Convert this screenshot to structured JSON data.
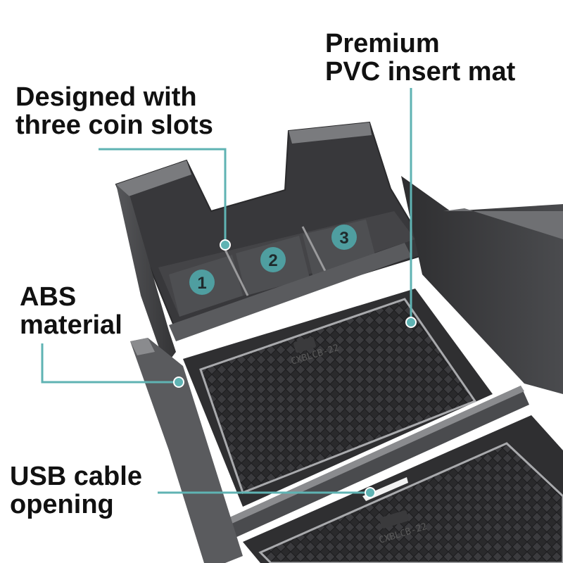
{
  "callouts": {
    "coin_slots": {
      "line1": "Designed with",
      "line2": "three coin slots"
    },
    "insert_mat": {
      "line1": "Premium",
      "line2": "PVC insert mat"
    },
    "abs": {
      "line1": "ABS",
      "line2": "material"
    },
    "usb": {
      "line1": "USB cable",
      "line2": "opening"
    }
  },
  "coin_slot_numbers": [
    "1",
    "2",
    "3"
  ],
  "mat_stamp": "CXBLCB-22",
  "colors": {
    "leader_line": "#5fb3b3",
    "badge": "#4f9ea0",
    "tray": "#3f3f41",
    "mat": "#2c2c2e"
  }
}
